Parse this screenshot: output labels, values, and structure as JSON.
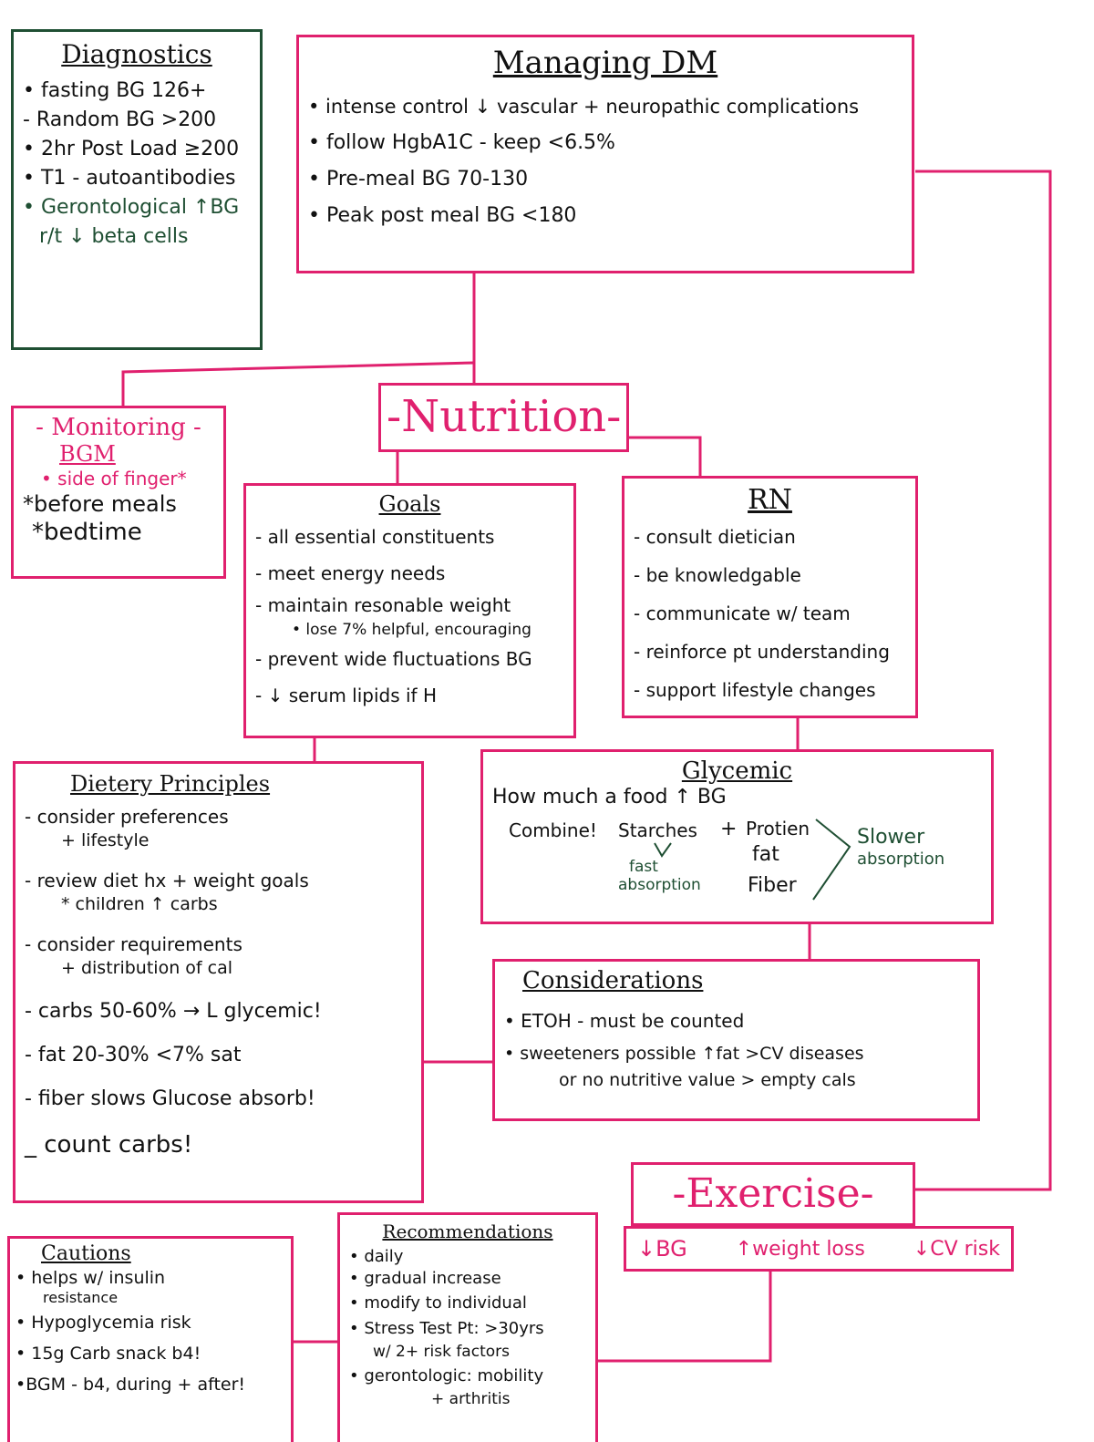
{
  "diagnostics": {
    "title": "Diagnostics",
    "items": [
      "• fasting BG 126+",
      "- Random BG >200",
      "• 2hr Post Load ≥200",
      "• T1 - autoantibodies"
    ],
    "gerontological": [
      "• Gerontological ↑BG",
      "r/t ↓ beta cells"
    ]
  },
  "managing": {
    "title": "Managing DM",
    "items": [
      "• intense control ↓ vascular + neuropathic complications",
      "• follow HgbA1C - keep <6.5%",
      "• Pre-meal BG 70-130",
      "• Peak post meal BG <180"
    ]
  },
  "nutrition": {
    "title": "-Nutrition-"
  },
  "monitoring": {
    "title": "- Monitoring -",
    "subtitle": "BGM",
    "items": [
      "• side of finger*",
      "*before meals",
      "*bedtime"
    ]
  },
  "goals": {
    "title": "Goals",
    "items": [
      "- all essential constituents",
      "- meet energy needs",
      "- maintain resonable weight",
      "- prevent wide fluctuations BG",
      "- ↓ serum lipids if H"
    ],
    "weight_note": "• lose 7% helpful, encouraging"
  },
  "rn": {
    "title": "RN",
    "items": [
      "- consult dietician",
      "- be knowledgable",
      "- communicate w/ team",
      "- reinforce pt understanding",
      "- support lifestyle changes"
    ]
  },
  "dietary": {
    "title": "Dietery Principles",
    "entries": [
      {
        "main": "- consider preferences",
        "sub": "+ lifestyle"
      },
      {
        "main": "- review diet hx + weight goals",
        "sub": "* children ↑ carbs"
      },
      {
        "main": "- consider requirements",
        "sub": "+ distribution of cal"
      },
      {
        "main": "- carbs 50-60% → L glycemic!",
        "sub": ""
      },
      {
        "main": "- fat 20-30% <7% sat",
        "sub": ""
      },
      {
        "main": "- fiber slows Glucose absorb!",
        "sub": ""
      },
      {
        "main": "_ count carbs!",
        "sub": ""
      }
    ]
  },
  "glycemic": {
    "title": "Glycemic",
    "line1": "How much a food ↑ BG",
    "combine": "Combine!",
    "starches": "Starches",
    "plus": "+",
    "protein": "Protien",
    "fat": "fat",
    "fiber": "Fiber",
    "fast": "fast",
    "absorption": "absorption",
    "slower": "Slower",
    "slower_abs": "absorption"
  },
  "considerations": {
    "title": "Considerations",
    "items": [
      "• ETOH - must be counted",
      "• sweeteners possible ↑fat >CV diseases"
    ],
    "sub": "or no nutritive value > empty cals"
  },
  "exercise": {
    "title": "-Exercise-",
    "effects": [
      "↓BG",
      "↑weight loss",
      "↓CV risk"
    ]
  },
  "cautions": {
    "title": "Cautions",
    "items": [
      "• helps w/ insulin",
      "• Hypoglycemia risk",
      "• 15g Carb snack b4!",
      "•BGM - b4, during + after!"
    ],
    "item1_sub": "resistance"
  },
  "recommendations": {
    "title": "Recommendations",
    "items": [
      "• daily",
      "• gradual increase",
      "• modify to individual",
      "• Stress Test Pt: >30yrs",
      "• gerontologic: mobility"
    ],
    "stress_sub": "w/ 2+ risk factors",
    "geron_sub": "+ arthritis"
  },
  "colors": {
    "accent": "#e0206e",
    "green": "#1f4f33",
    "ink": "#111111"
  }
}
